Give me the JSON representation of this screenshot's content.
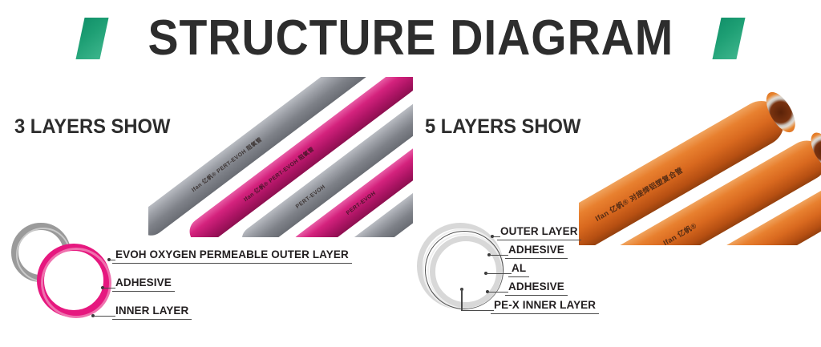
{
  "header": {
    "title": "STRUCTURE DIAGRAM",
    "accent_color": "#1e9f74",
    "title_color": "#2d2d2d",
    "left_accent_name": "left-accent-shape",
    "right_accent_name": "right-accent-shape"
  },
  "sections": [
    {
      "id": "three-layer",
      "heading": "3 LAYERS SHOW",
      "photo": {
        "description": "PERT-EVOH pipes",
        "pipe_print_primary": "Ifan 亿帆®  PERT-EVOH 阻氧管",
        "pipe_print_secondary": "PERT-EVOH",
        "pipe_colors": [
          "#8d8f95",
          "#d4227d",
          "#8d8f95",
          "#d4227d",
          "#8d8f95"
        ]
      },
      "ring": {
        "front_color": "#e6187f",
        "front_inner_color": "#ef72ae",
        "back_color": "#9a9a9a",
        "back_inner_color": "#c9c9c9"
      },
      "callouts": [
        {
          "label": "EVOH OXYGEN PERMEABLE OUTER LAYER"
        },
        {
          "label": "ADHESIVE"
        },
        {
          "label": "INNER LAYER"
        }
      ]
    },
    {
      "id": "five-layer",
      "heading": "5 LAYERS SHOW",
      "photo": {
        "description": "Orange PE-X AL PE-X composite pipes",
        "pipe_print_primary": "Ifan 亿帆®   对接焊铝塑复合管",
        "pipe_print_secondary": "Ifan 亿帆®",
        "pipe_color": "#d9691f",
        "pipe_highlight": "#ef8b3c"
      },
      "ring": {
        "band_color": "#d8d8d8",
        "gap_color": "#f1f1f1",
        "al_line_color": "#4d4d4d"
      },
      "callouts": [
        {
          "label": "OUTER LAYER"
        },
        {
          "label": "ADHESIVE"
        },
        {
          "label": "AL"
        },
        {
          "label": "ADHESIVE"
        },
        {
          "label": "PE-X INNER LAYER"
        }
      ]
    }
  ]
}
